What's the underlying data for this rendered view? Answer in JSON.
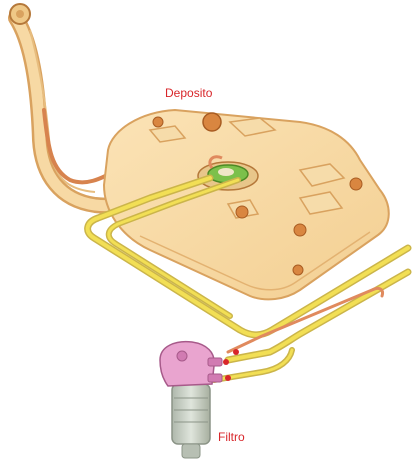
{
  "labels": {
    "tank": "Deposito",
    "filter": "Filtro"
  },
  "colors": {
    "tank_fill": "#f7d9a4",
    "tank_outline": "#d9a25f",
    "fuel_line": "#f2df55",
    "return_line": "#e08a5e",
    "filter_head": "#e9a4cf",
    "filter_body": "#c9d0c6",
    "label_text": "#d8262a"
  },
  "icons": [
    "fuel-tank",
    "filler-neck",
    "fuel-pump-sender",
    "fuel-filter",
    "fuel-lines"
  ]
}
